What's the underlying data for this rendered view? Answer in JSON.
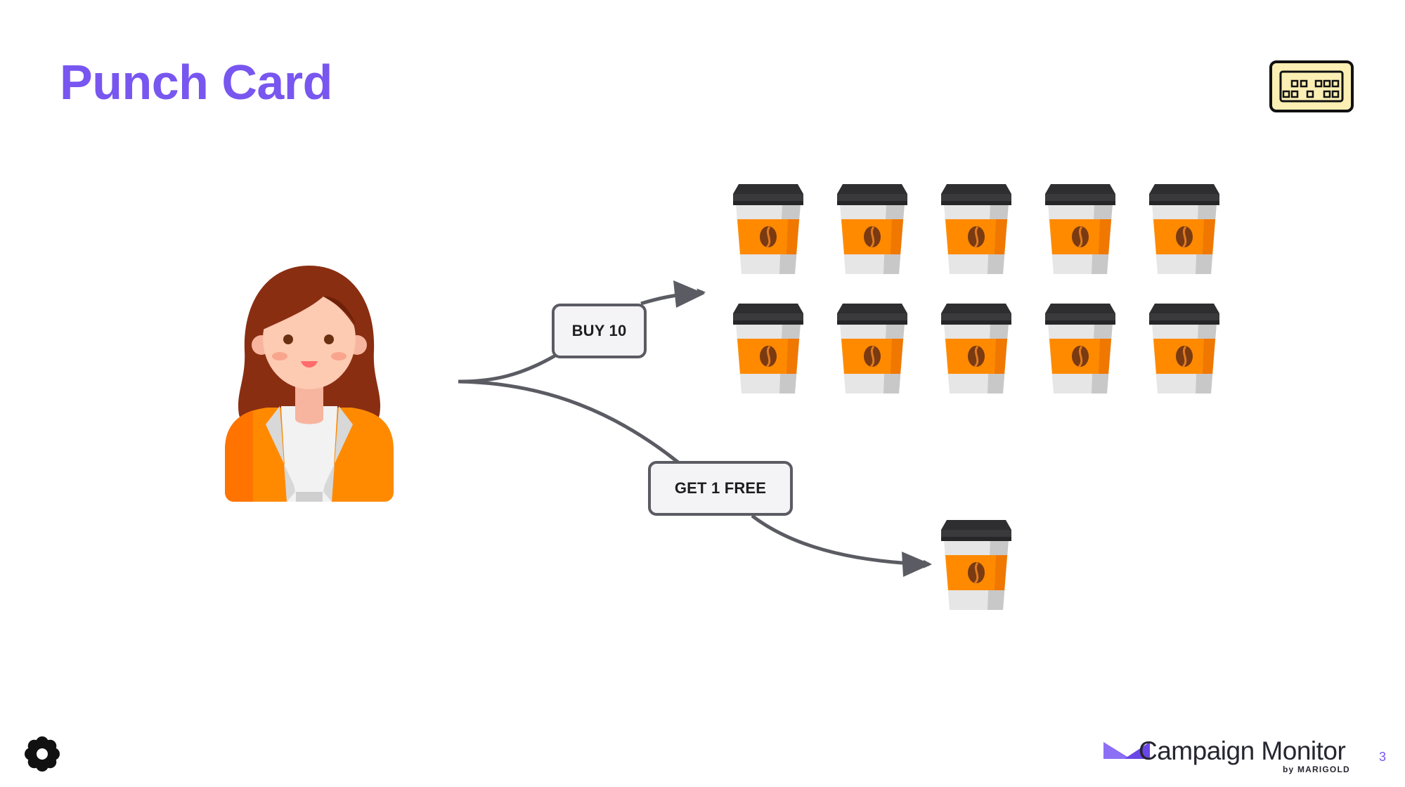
{
  "slide": {
    "title": "Punch Card",
    "page_number": "3"
  },
  "diagram": {
    "buy_label": "BUY 10",
    "free_label": "GET 1 FREE",
    "cups_purchased": 10,
    "cups_free": 1,
    "colors": {
      "title": "#7856f0",
      "cup_sleeve": "#ff8a00",
      "cup_lid": "#3a3a3c",
      "arrow": "#5b5b63"
    }
  },
  "footer": {
    "brand_name": "Campaign Monitor",
    "brand_sub": "by MARIGOLD",
    "brand_icon": "envelope-icon",
    "corner_icon": "gear-icon",
    "top_icon": "punch-card-icon"
  }
}
